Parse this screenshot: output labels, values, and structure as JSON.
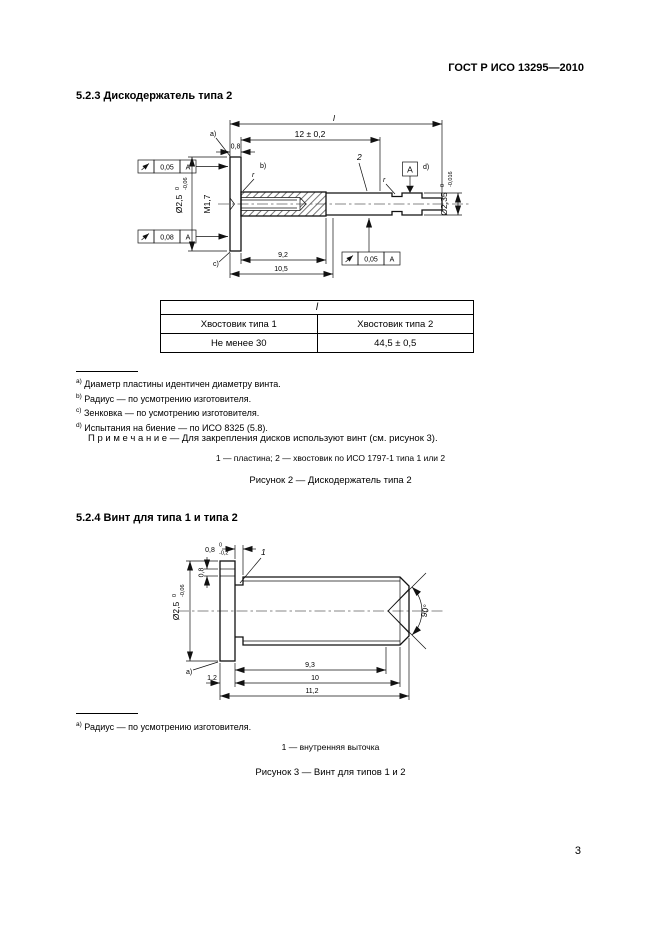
{
  "header": {
    "doc_code": "ГОСТ Р ИСО 13295—2010"
  },
  "page_number": "3",
  "section_523": {
    "title": "5.2.3 Дискодержатель типа 2",
    "figure": {
      "labels": {
        "dim_l": "l",
        "dim_12": "12 ± 0,2",
        "dim_08": "0,8",
        "marker_a": "a)",
        "marker_b": "b)",
        "marker_c": "c)",
        "marker_d": "d)",
        "radius_b": "r",
        "radius_shank": "r",
        "thread": "M1,7",
        "plate_dia": "Ø2,5",
        "plate_dia_tol_up": "0",
        "plate_dia_tol_dn": "-0,06",
        "shank_dia": "Ø2,35",
        "shank_dia_tol_up": "0",
        "shank_dia_tol_dn": "-0,016",
        "part_2": "2",
        "dim_92": "9,2",
        "dim_105": "10,5",
        "datum_flag": "A",
        "frame_top": {
          "value": "0,05",
          "datum": "A"
        },
        "frame_bottom": {
          "value": "0,08",
          "datum": "A"
        },
        "frame_right": {
          "value": "0,05",
          "datum": "A"
        }
      },
      "table": {
        "col_span_header": "l",
        "col1": "Хвостовик типа 1",
        "col2": "Хвостовик типа 2",
        "val1": "Не менее 30",
        "val2": "44,5 ± 0,5"
      },
      "footnotes": [
        {
          "marker": "a)",
          "text": "Диаметр пластины идентичен диаметру винта."
        },
        {
          "marker": "b)",
          "text": "Радиус — по усмотрению изготовителя."
        },
        {
          "marker": "c)",
          "text": "Зенковка — по усмотрению изготовителя."
        },
        {
          "marker": "d)",
          "text": "Испытания на биение — по ИСО 8325 (5.8)."
        }
      ],
      "note_label": "П р и м е ч а н и е",
      "note_text": "— Для закрепления дисков используют винт (см. рисунок 3).",
      "legend": "1 — пластина; 2 — хвостовик по ИСО 1797-1 типа 1 или 2",
      "caption": "Рисунок 2 — Дискодержатель типа 2"
    }
  },
  "section_524": {
    "title": "5.2.4 Винт для типа 1 и типа 2",
    "figure": {
      "labels": {
        "dim_08": "0,8",
        "dim_08_tol_up": "0",
        "dim_08_tol_dn": "-0,2",
        "part_1": "1",
        "head_dia": "Ø2,5",
        "head_dia_tol_up": "0",
        "head_dia_tol_dn": "-0,06",
        "dim_08_side": "0,8",
        "angle": "90°",
        "marker_a": "a)",
        "dim_12": "1,2",
        "dim_93": "9,3",
        "dim_10": "10",
        "dim_112": "11,2"
      },
      "footnote_marker": "a)",
      "footnote_text": "Радиус — по усмотрению изготовителя.",
      "legend": "1 — внутренняя выточка",
      "caption": "Рисунок 3 — Винт для типов 1 и 2"
    }
  }
}
